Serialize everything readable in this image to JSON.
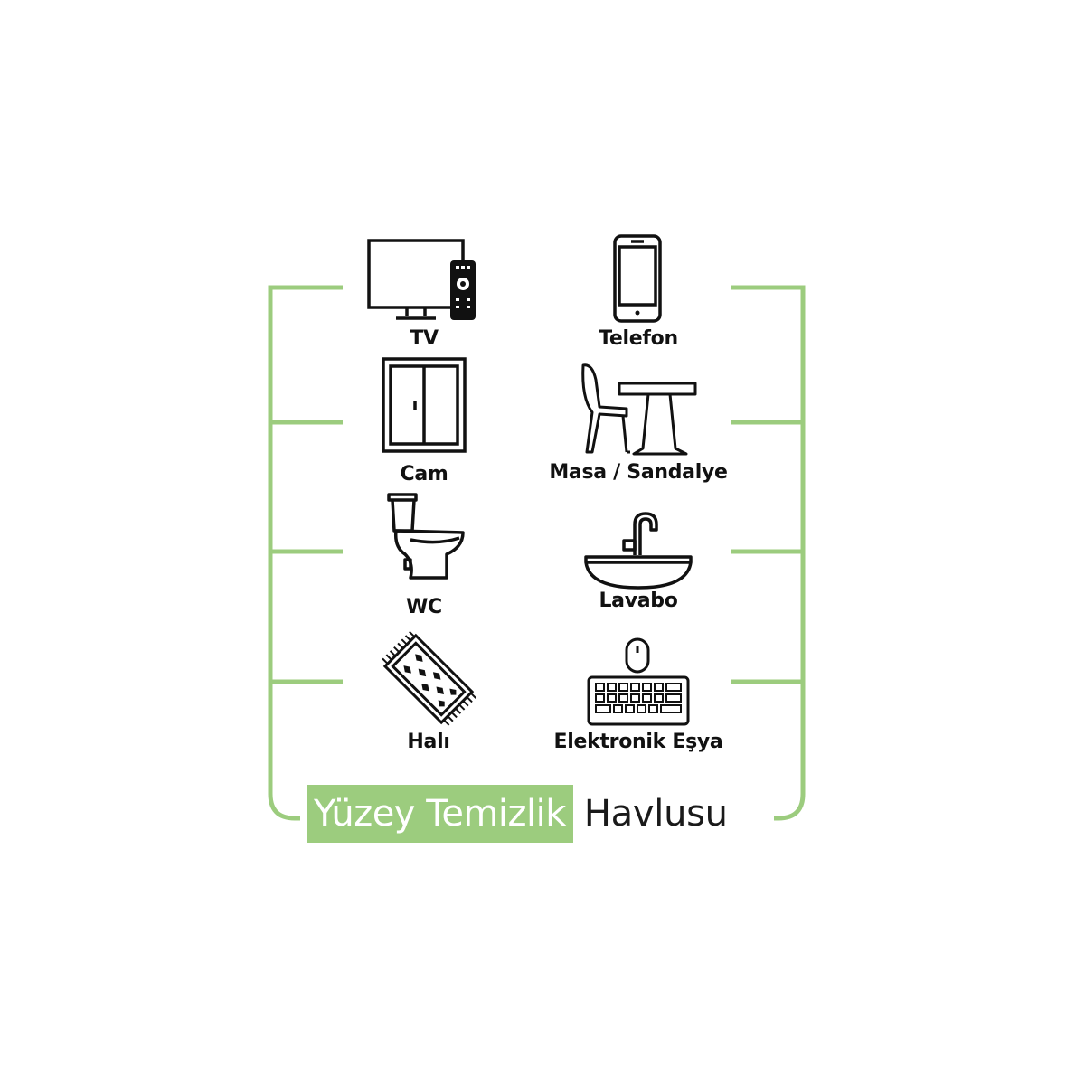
{
  "accent_color": "#9ccc7e",
  "items": [
    {
      "label": "TV",
      "icon": "tv-with-remote-icon"
    },
    {
      "label": "Telefon",
      "icon": "smartphone-icon"
    },
    {
      "label": "Cam",
      "icon": "window-icon"
    },
    {
      "label": "Masa / Sandalye",
      "icon": "table-chair-icon"
    },
    {
      "label": "WC",
      "icon": "toilet-icon"
    },
    {
      "label": "Lavabo",
      "icon": "sink-icon"
    },
    {
      "label": "Halı",
      "icon": "rug-icon"
    },
    {
      "label": "Elektronik Eşya",
      "icon": "keyboard-mouse-icon"
    }
  ],
  "title": {
    "highlighted": "Yüzey Temizlik",
    "rest": "Havlusu"
  }
}
